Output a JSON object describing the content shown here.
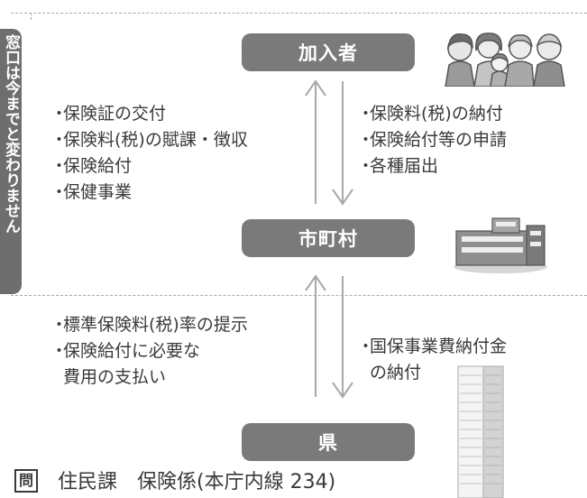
{
  "side_label": "窓口は今までと変わりません",
  "nodes": {
    "top": "加入者",
    "middle": "市町村",
    "bottom": "県"
  },
  "middle_to_top_items": [
    "保険証の交付",
    "保険料(税)の賦課・徴収",
    "保険給付",
    "保健事業"
  ],
  "top_to_middle_items": [
    "保険料(税)の納付",
    "保険給付等の申請",
    "各種届出"
  ],
  "bottom_to_middle_items": [
    "標準保険料(税)率の提示",
    "保険給付に必要な",
    "費用の支払い"
  ],
  "middle_to_bottom_items": [
    "国保事業費納付金",
    "の納付"
  ],
  "bullet": "・",
  "footer": {
    "badge": "問",
    "text": "住民課　保険係(本庁内線 234)"
  },
  "icons": {
    "people": "family-illustration",
    "town_hall": "city-office-building",
    "prefecture": "tall-office-building"
  }
}
